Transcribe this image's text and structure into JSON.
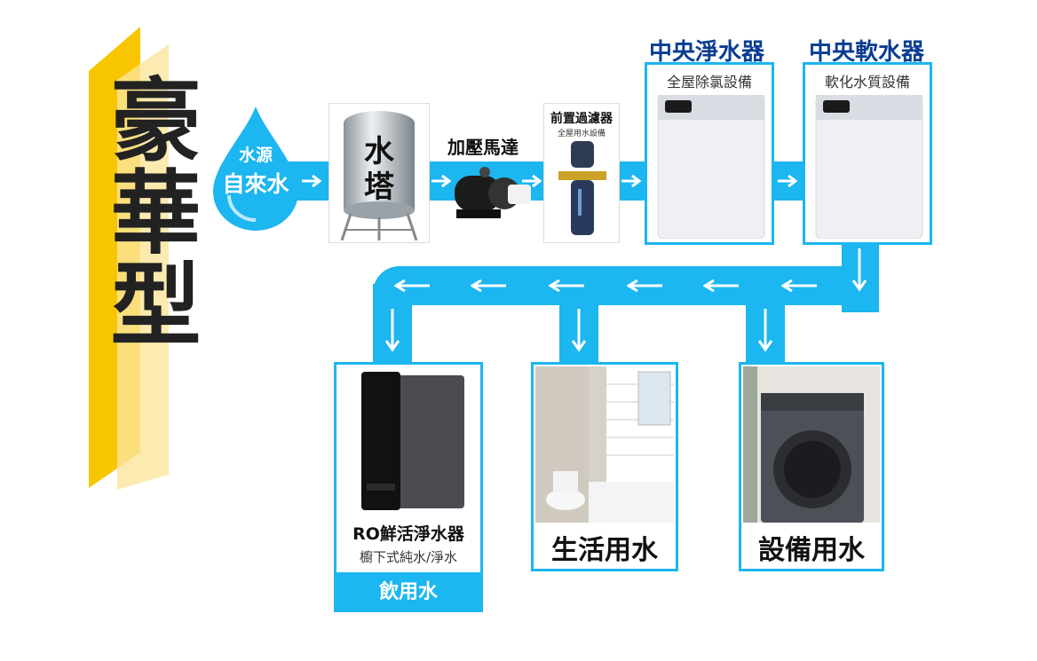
{
  "title": "豪華型",
  "source": {
    "line1": "水源",
    "line2": "自來水"
  },
  "tower": {
    "label_top": "水",
    "label_bottom": "塔"
  },
  "pump": {
    "label": "加壓馬達"
  },
  "prefilter": {
    "label": "前置過濾器",
    "sublabel": "全屋用水設備"
  },
  "central_purifier": {
    "title": "中央淨水器",
    "subtitle": "全屋除氯設備"
  },
  "central_softener": {
    "title": "中央軟水器",
    "subtitle": "軟化水質設備"
  },
  "ro": {
    "title": "RO鮮活淨水器",
    "subtitle": "櫥下式純水/淨水",
    "footer": "飲用水"
  },
  "domestic": {
    "label": "生活用水"
  },
  "equipment": {
    "label": "設備用水"
  },
  "colors": {
    "accent": "#1cb6f0",
    "title_bar": "#f7c600",
    "navy_text": "#0a3d91"
  },
  "icons": [
    "water-drop-icon",
    "arrow-right-icon",
    "arrow-left-icon",
    "arrow-down-icon"
  ]
}
